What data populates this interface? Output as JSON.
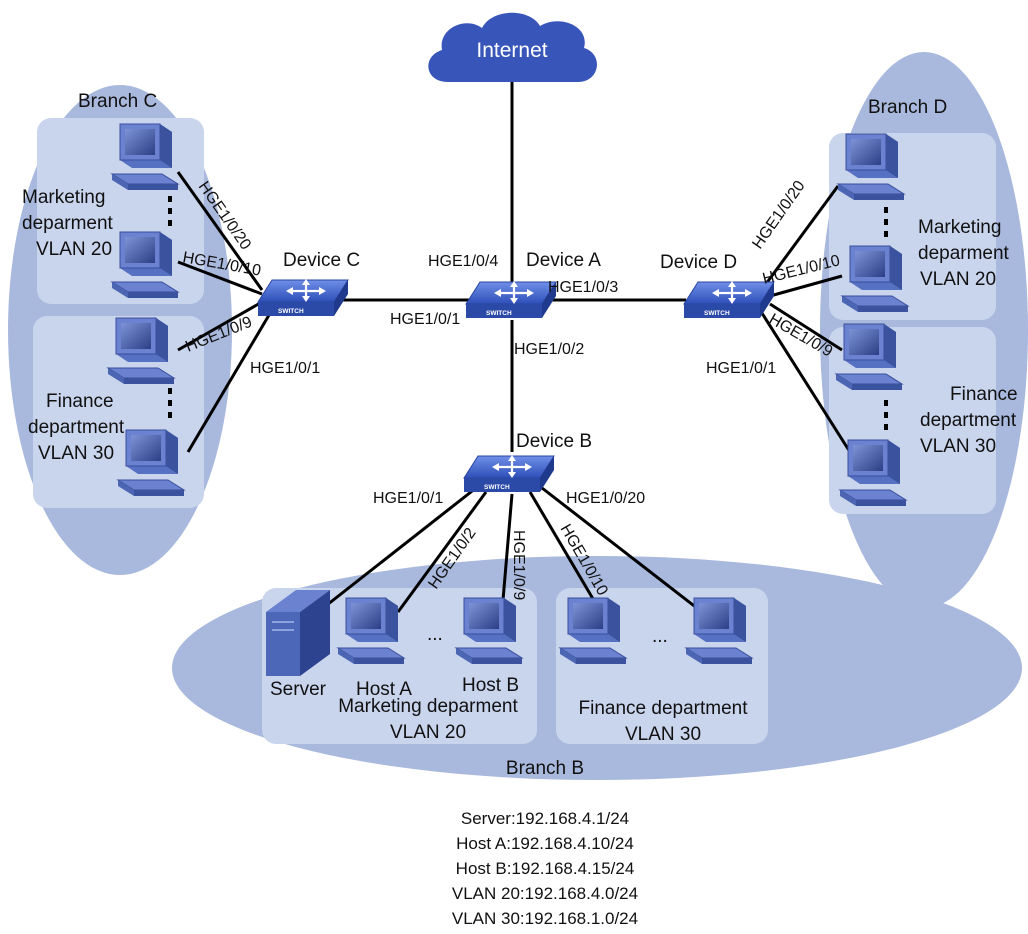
{
  "internet_label": "Internet",
  "branches": {
    "c": "Branch C",
    "d": "Branch D",
    "b": "Branch B"
  },
  "devices": {
    "a": "Device A",
    "b": "Device B",
    "c": "Device C",
    "d": "Device D"
  },
  "departments": {
    "c_marketing": [
      "Marketing",
      "deparment",
      "VLAN 20"
    ],
    "c_finance": [
      "Finance",
      "department",
      "VLAN 30"
    ],
    "d_marketing": [
      "Marketing",
      "deparment",
      "VLAN 20"
    ],
    "d_finance": [
      "Finance",
      "department",
      "VLAN 30"
    ],
    "b_marketing": [
      "Marketing deparment",
      "VLAN 20"
    ],
    "b_finance": [
      "Finance department",
      "VLAN 30"
    ]
  },
  "hosts": {
    "server": "Server",
    "host_a": "Host A",
    "host_b": "Host B",
    "ellipsis": "..."
  },
  "ports": {
    "a_up": "HGE1/0/4",
    "a_c": "HGE1/0/1",
    "a_d": "HGE1/0/3",
    "a_b": "HGE1/0/2",
    "c_20": "HGE1/0/20",
    "c_10": "HGE1/0/10",
    "c_9": "HGE1/0/9",
    "c_1": "HGE1/0/1",
    "d_20": "HGE1/0/20",
    "d_10": "HGE1/0/10",
    "d_9": "HGE1/0/9",
    "d_1": "HGE1/0/1",
    "b_1": "HGE1/0/1",
    "b_2": "HGE1/0/2",
    "b_9": "HGE1/0/9",
    "b_10": "HGE1/0/10",
    "b_20": "HGE1/0/20"
  },
  "switch_text": "SWITCH",
  "addresses": [
    "Server:192.168.4.1/24",
    "Host A:192.168.4.10/24",
    "Host B:192.168.4.15/24",
    "VLAN 20:192.168.4.0/24",
    "VLAN 30:192.168.1.0/24"
  ],
  "colors": {
    "branch_fill": "#a9b8dd",
    "dept_fill": "#c9d4ed",
    "switch_fill": "#3a5fcd",
    "pc_fill": "#4d67b8",
    "cloud_fill": "#3856b9"
  }
}
